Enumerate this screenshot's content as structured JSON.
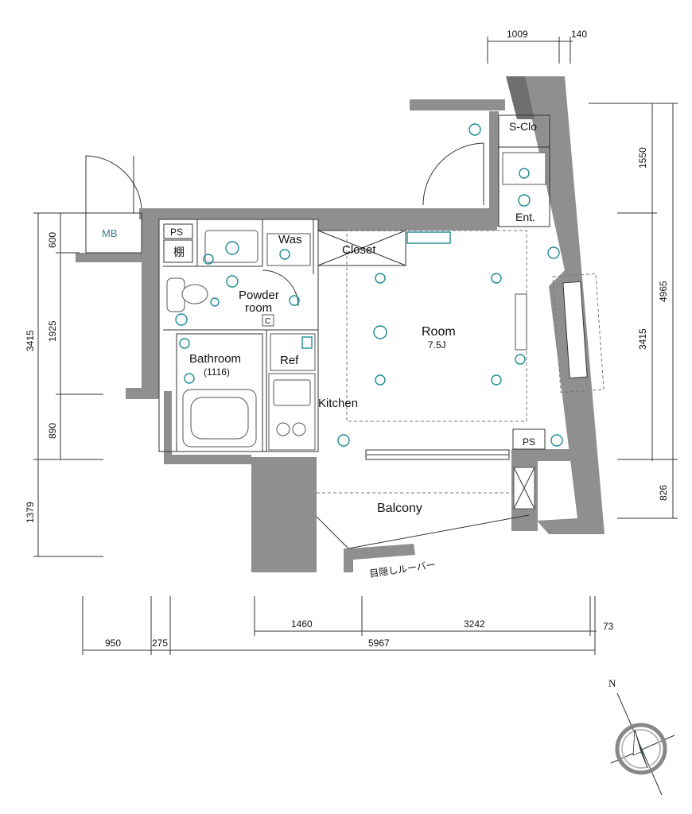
{
  "rooms": {
    "mb": "MB",
    "ps_top": "PS",
    "shelf": "棚",
    "washer": "Was",
    "closet": "Closet",
    "s_clo": "S-Clo",
    "entrance": "Ent.",
    "powder_room_line1": "Powder",
    "powder_room_line2": "room",
    "room": "Room",
    "room_size": "7.5J",
    "bathroom": "Bathroom",
    "bathroom_size": "(1116)",
    "refrigerator": "Ref",
    "kitchen": "Kitchen",
    "ps_bottom": "PS",
    "balcony": "Balcony",
    "louver": "目隠しルーバー",
    "compass_north": "N"
  },
  "dimensions": {
    "top_1009": "1009",
    "top_140": "140",
    "right_1550": "1550",
    "right_4965": "4965",
    "right_3415": "3415",
    "right_826": "826",
    "left_600": "600",
    "left_1925": "1925",
    "left_3415": "3415",
    "left_890": "890",
    "left_1379": "1379",
    "bottom_1460": "1460",
    "bottom_3242": "3242",
    "bottom_73": "73",
    "bottom_950": "950",
    "bottom_275": "275",
    "bottom_5967": "5967"
  },
  "colors": {
    "wall": "#8f8f8f",
    "fixture_accent": "#1c8b96",
    "text": "#111111"
  }
}
